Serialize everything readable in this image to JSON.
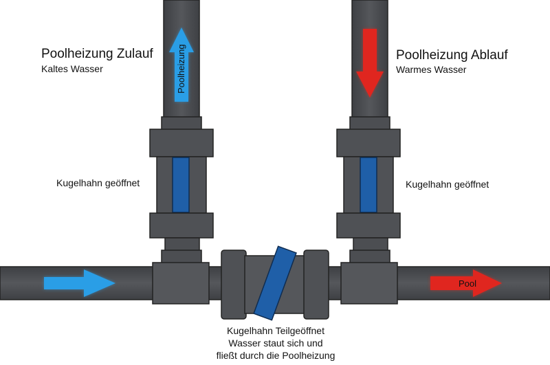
{
  "labels": {
    "inlet_title": "Poolheizung Zulauf",
    "inlet_sub": "Kaltes Wasser",
    "outlet_title": "Poolheizung Ablauf",
    "outlet_sub": "Warmes Wasser",
    "valve_left": "Kugelhahn geöffnet",
    "valve_right": "Kugelhahn geöffnet",
    "vertical_arrow_text": "Poolheizung",
    "pool_arrow_text": "Pool",
    "bottom_line1": "Kugelhahn Teilgeöffnet",
    "bottom_line2": "Wasser staut sich und",
    "bottom_line3": "fließt durch die Poolheizung"
  },
  "colors": {
    "pipe": "#4a4c50",
    "fitting": "#55575b",
    "valve_blue": "#1f5fa8",
    "cold_arrow": "#2a9ee6",
    "hot_arrow": "#e0261f"
  }
}
